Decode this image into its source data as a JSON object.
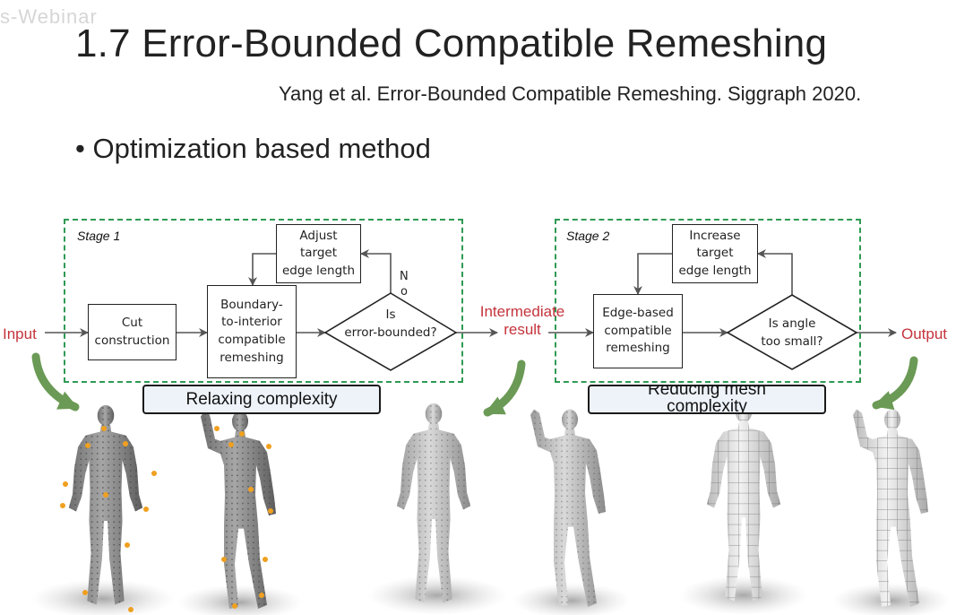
{
  "slide": {
    "watermark": "s-Webinar",
    "title": "1.7 Error-Bounded Compatible Remeshing",
    "citation": "Yang et al.  Error-Bounded Compatible Remeshing. Siggraph 2020.",
    "bullet": "Optimization based method"
  },
  "diagram": {
    "stage1": {
      "label": "Stage 1",
      "cut_box": "Cut\nconstruction",
      "boundary_box": "Boundary-\nto-interior\ncompatible\nremeshing",
      "decision": "Is\nerror-bounded?",
      "adjust_box": "Adjust\ntarget\nedge length",
      "no_label_n": "N",
      "no_label_o": "o"
    },
    "stage2": {
      "label": "Stage 2",
      "edge_box": "Edge-based\ncompatible\nremeshing",
      "decision": "Is angle\ntoo small?",
      "increase_box": "Increase\ntarget\nedge length"
    },
    "input_label": "Input",
    "intermediate_label": "Intermediate\nresult",
    "output_label": "Output",
    "pill_relax": "Relaxing complexity",
    "pill_reduce": "Reducing mesh\ncomplexity"
  },
  "colors": {
    "stage_border": "#2f9a54",
    "flow_label": "#c4343c",
    "curved_arrow": "#6a9a55",
    "marker": "#f0a020"
  }
}
